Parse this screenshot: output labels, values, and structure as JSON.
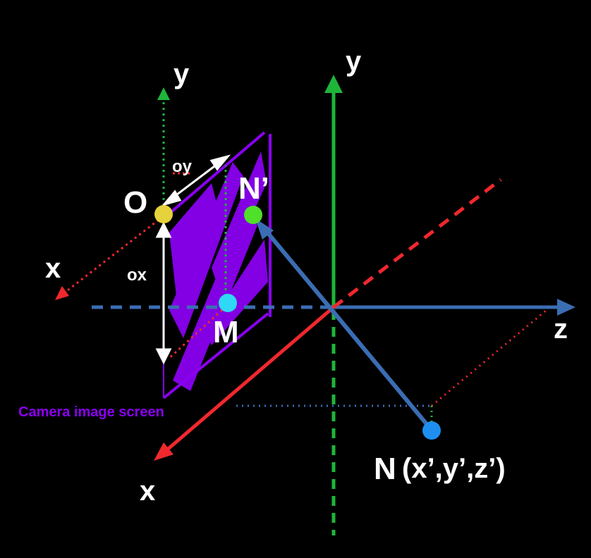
{
  "labels": {
    "world_y": "y",
    "world_z": "z",
    "world_x": "x",
    "cam_y": "y",
    "cam_x": "x",
    "origin": "O",
    "oy": "oy",
    "ox": "ox",
    "n_prime": "N’",
    "m": "M",
    "n": "N",
    "n_coords": "(x’,y’,z’)",
    "screen": "Camera image screen"
  },
  "colors": {
    "background": "#000000",
    "y_axis": "#1fb53a",
    "z_axis": "#3b6db3",
    "x_axis": "#f0282d",
    "screen": "#8a00f0",
    "point_O": "#e6d23c",
    "point_N_prime": "#4fe02a",
    "point_M": "#2fd8f5",
    "point_N": "#1e8ff0"
  }
}
